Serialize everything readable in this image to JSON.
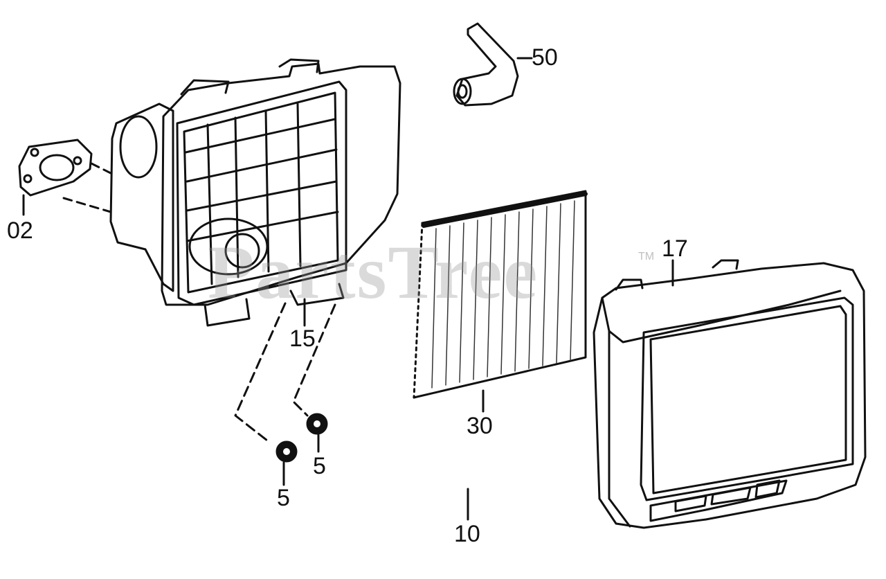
{
  "callouts": {
    "p50": "50",
    "p02": "02",
    "p17": "17",
    "p15": "15",
    "p30": "30",
    "p5a": "5",
    "p5b": "5",
    "p10": "10"
  },
  "watermark": {
    "text": "PartsTree",
    "tm": "TM"
  },
  "colors": {
    "line": "#111111",
    "background": "#ffffff",
    "watermark": "#969696"
  }
}
